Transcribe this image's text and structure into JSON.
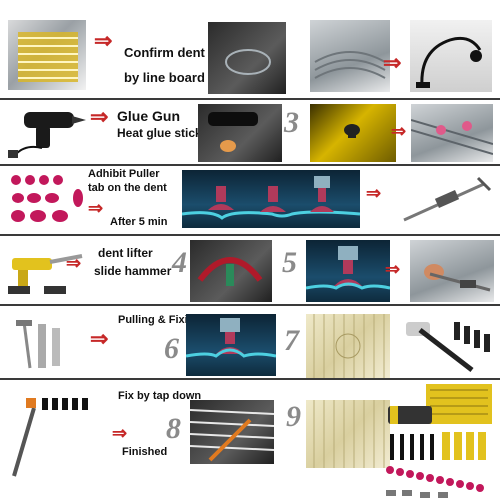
{
  "steps": {
    "s1": {
      "caption_line1": "Confirm dent",
      "caption_line2": "by line board"
    },
    "s2": {
      "caption_line1": "Glue Gun",
      "caption_line2": "Heat glue stick",
      "number": "3"
    },
    "s3": {
      "caption_line1": "Adhibit Puller",
      "caption_line2": "tab on the dent",
      "caption_line3": "After 5 min"
    },
    "s4": {
      "caption_line1": "dent lifter",
      "caption_line2": "slide hammer",
      "number_a": "4",
      "number_b": "5"
    },
    "s5": {
      "caption_line1": "Pulling & Fixing",
      "number_a": "6",
      "number_b": "7"
    },
    "s6": {
      "caption_line1": "Fix by tap down",
      "caption_line2": "Finished",
      "number_a": "8",
      "number_b": "9"
    }
  },
  "icons": {
    "arrow": "right-arrow-icon",
    "glue_gun": "glue-gun-icon",
    "puller_tabs": "puller-tabs-icon",
    "dent_lifter": "dent-lifter-icon",
    "slide_hammer": "slide-hammer-icon",
    "tap_down_pen": "tap-down-pen-icon",
    "kit": "tool-kit-icon"
  },
  "colors": {
    "arrow": "#c62828",
    "tab_red": "#c2185b",
    "number_gray": "#8a8a8a",
    "separator": "#3a3a3a"
  }
}
